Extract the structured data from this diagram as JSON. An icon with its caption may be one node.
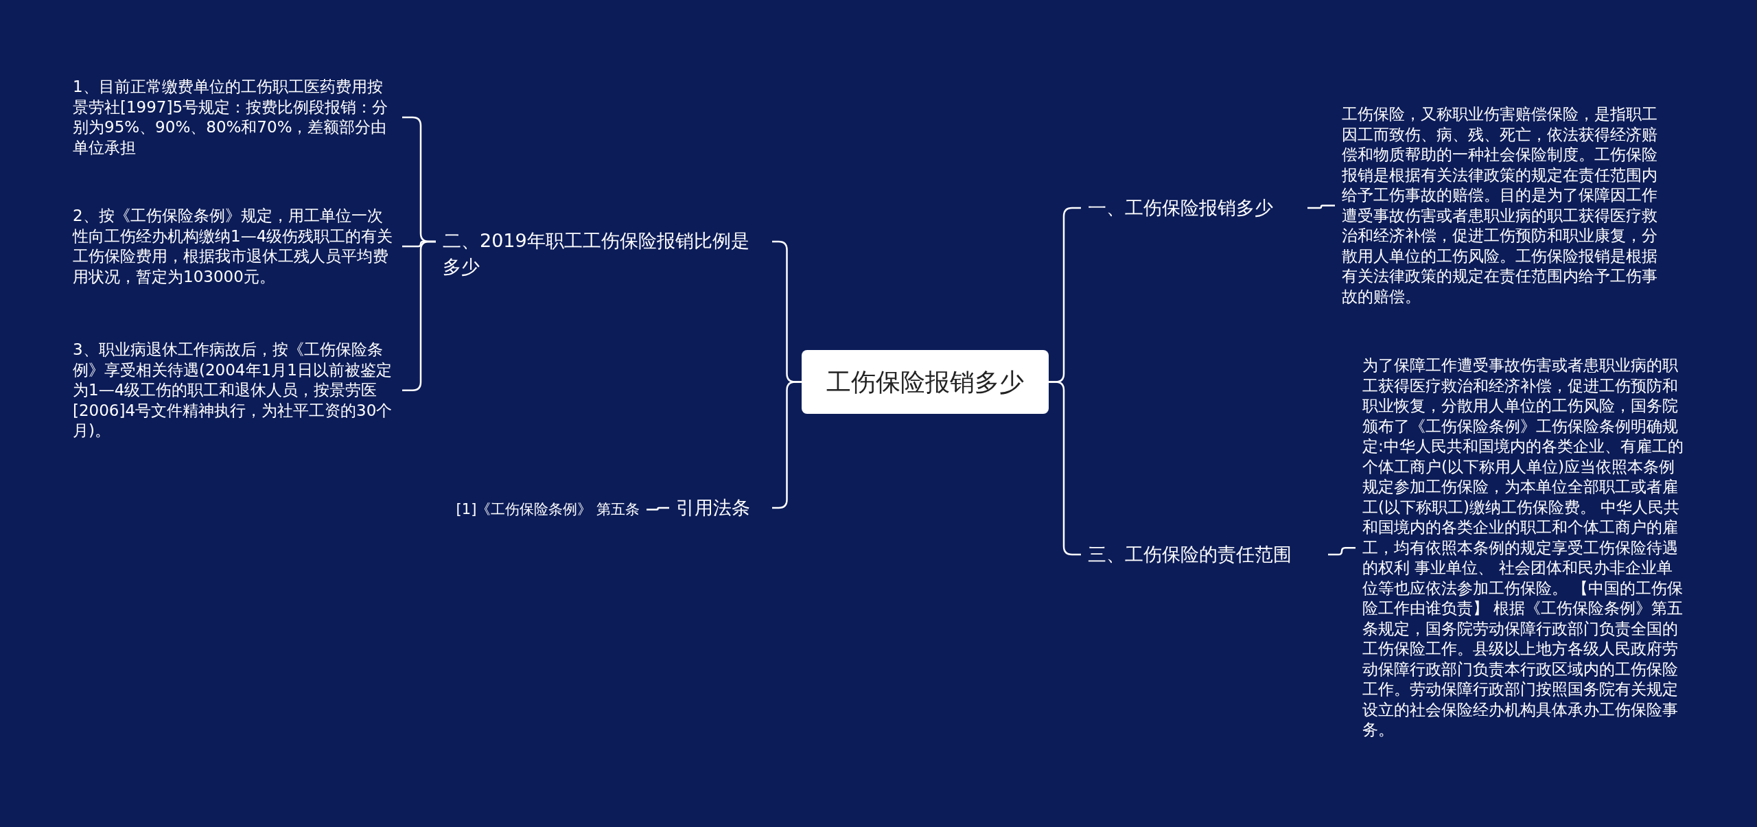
{
  "diagram": {
    "nodes": [
      {
        "text": [
          "工伤保险报销多少"
        ]
      },
      {
        "text": [
          "一、工伤保险报销多少"
        ]
      },
      {
        "text": [
          "工伤保险，又称职业伤害赔偿保险，是指职工因工而致伤、病、残、死亡，依法获得经济赔偿和物质帮助的一种社会保险制度。工伤保险报销是根据有关法律政策的规定在责任范围内给予工伤事故的赔偿。目的是为了保障因工作遭受事故伤害或者患职业病的职工获得医疗救治和经济补偿，促进工伤预防和职业康复，分散用人单位的工伤风险。工伤保险报销是根据有关法律政策的规定在责任范围内给予工伤事故的赔偿。"
        ]
      },
      {
        "text": [
          "二、2019年职工工伤保险报销比例是多少"
        ]
      },
      {
        "text": [
          "1、目前正常缴费单位的工伤职工医药费用按景劳社[1997]5号规定：按费比例段报销：分别为95%、90%、80%和70%，差额部分由单位承担"
        ]
      },
      {
        "text": [
          "2、按《工伤保险条例》规定，用工单位一次性向工伤经办机构缴纳1—4级伤残职工的有关工伤保险费用，根据我市退休工残人员平均费用状况，暂定为103000元。"
        ]
      },
      {
        "text": [
          "3、职业病退休工作病故后，按《工伤保险条例》享受相关待遇(2004年1月1日以前被鉴定为1—4级工伤的职工和退休人员，按景劳医[2006]4号文件精神执行，为社平工资的30个月)。"
        ]
      },
      {
        "text": [
          "三、工伤保险的责任范围"
        ]
      },
      {
        "text": [
          "为了保障工作遭受事故伤害或者患职业病的职工获得医疗救治和经济补偿，促进工伤预防和职业恢复，分散用人单位的工伤风险，国务院颁布了《工伤保险条例》工伤保险条例明确规定:中华人民共和国境内的各类企业、有雇工的个体工商户(以下称用人单位)应当依照本条例规定参加工伤保险，为本单位全部职工或者雇工(以下称职工)缴纳工伤保险费。 中华人民共和国境内的各类企业的职工和个体工商户的雇工，均有依照本条例的规定享受工伤保险待遇的权利 事业单位、 社会团体和民办非企业单位等也应依法参加工伤保险。 【中国的工伤保险工作由谁负责】 根据《工伤保险条例》第五条规定，国务院劳动保障行政部门负责全国的工伤保险工作。县级以上地方各级人民政府劳动保障行政部门负责本行政区域内的工伤保险工作。劳动保障行政部门按照国务院有关规定设立的社会保险经办机构具体承办工伤保险事务。"
        ]
      },
      {
        "text": [
          "引用法条"
        ]
      },
      {
        "text": [
          "[1]《工伤保险条例》 第五条"
        ]
      }
    ],
    "edges": [
      {
        "from": 0,
        "to": 1,
        "arrow": "none"
      },
      {
        "from": 1,
        "to": 2,
        "arrow": "none"
      },
      {
        "from": 0,
        "to": 3,
        "arrow": "none"
      },
      {
        "from": 3,
        "to": 4,
        "arrow": "none"
      },
      {
        "from": 3,
        "to": 5,
        "arrow": "none"
      },
      {
        "from": 3,
        "to": 6,
        "arrow": "none"
      },
      {
        "from": 0,
        "to": 7,
        "arrow": "none"
      },
      {
        "from": 7,
        "to": 8,
        "arrow": "none"
      },
      {
        "from": 0,
        "to": 9,
        "arrow": "none"
      },
      {
        "from": 9,
        "to": 10,
        "arrow": "none"
      }
    ]
  }
}
